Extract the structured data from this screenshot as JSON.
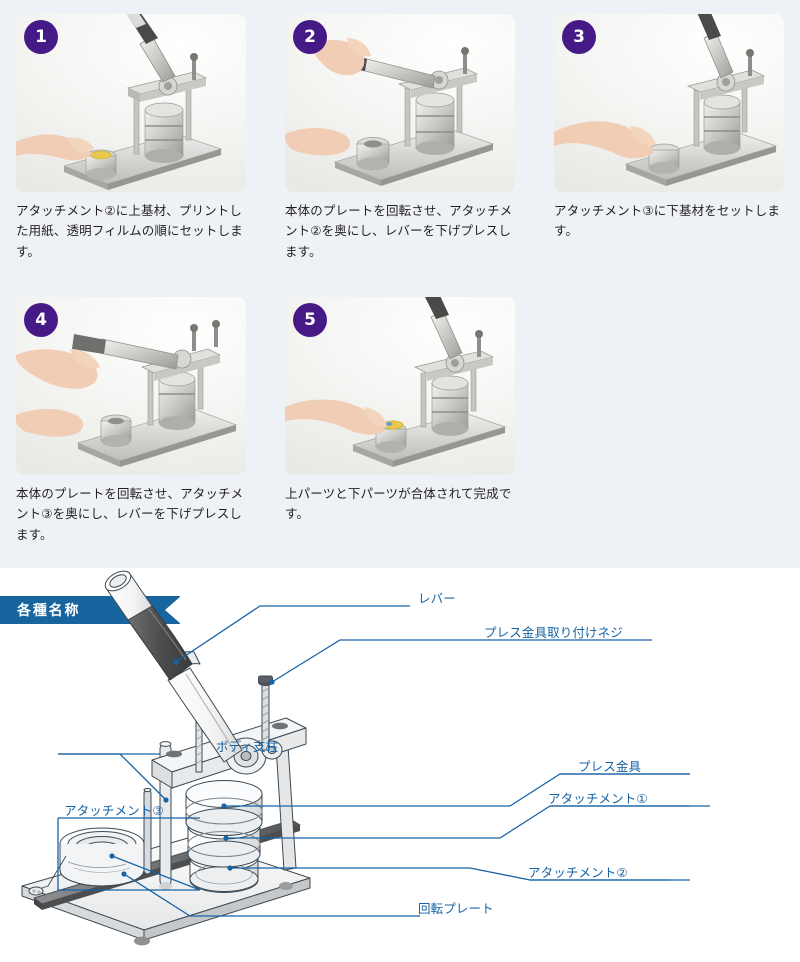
{
  "page": {
    "background_top": "#eef2f7",
    "background_bottom": "#ffffff",
    "badge_color": "#451a87",
    "ribbon_color": "#17649f",
    "label_color": "#1763a6"
  },
  "steps": [
    {
      "number": "1",
      "caption": "アタッチメント②に上基材、プリントした用紙、透明フィルムの順にセットします。"
    },
    {
      "number": "2",
      "caption": "本体のプレートを回転させ、アタッチメント②を奥にし、レバーを下げプレスします。"
    },
    {
      "number": "3",
      "caption": "アタッチメント③に下基材をセットします。"
    },
    {
      "number": "4",
      "caption": "本体のプレートを回転させ、アタッチメント③を奥にし、レバーを下げプレスします。"
    },
    {
      "number": "5",
      "caption": "上パーツと下パーツが合体されて完成です。"
    }
  ],
  "diagram": {
    "ribbon_title": "各種名称",
    "labels": [
      {
        "id": "lever",
        "text": "レバー"
      },
      {
        "id": "press-screw",
        "text": "プレス金具取り付けネジ"
      },
      {
        "id": "body-post",
        "text": "ボディ支柱"
      },
      {
        "id": "press-die",
        "text": "プレス金具"
      },
      {
        "id": "attachment-1",
        "text": "アタッチメント①"
      },
      {
        "id": "attachment-2",
        "text": "アタッチメント②"
      },
      {
        "id": "attachment-3",
        "text": "アタッチメント③"
      },
      {
        "id": "rotating-plate",
        "text": "回転プレート"
      }
    ]
  }
}
